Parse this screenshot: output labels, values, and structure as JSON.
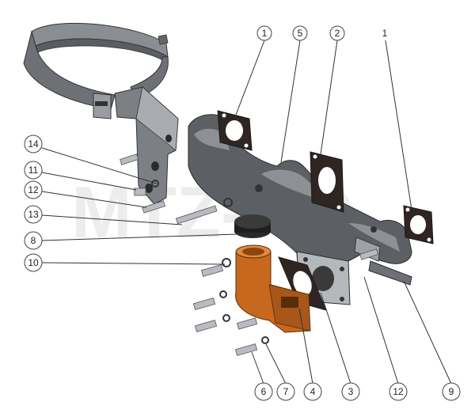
{
  "watermark": "MTZ-RO",
  "colors": {
    "metal_dark": "#55585c",
    "metal_mid": "#7c8085",
    "metal_light": "#a9adb2",
    "gasket": "#2f2523",
    "elbow": "#c8681f",
    "elbow_dark": "#8a4511"
  },
  "callouts": [
    {
      "id": "c1a",
      "label": "1"
    },
    {
      "id": "c5",
      "label": "5"
    },
    {
      "id": "c2",
      "label": "2"
    },
    {
      "id": "c1b",
      "label": "1"
    },
    {
      "id": "c14",
      "label": "14"
    },
    {
      "id": "c11",
      "label": "11"
    },
    {
      "id": "c12a",
      "label": "12"
    },
    {
      "id": "c13",
      "label": "13"
    },
    {
      "id": "c8",
      "label": "8"
    },
    {
      "id": "c10",
      "label": "10"
    },
    {
      "id": "c6",
      "label": "6"
    },
    {
      "id": "c7",
      "label": "7"
    },
    {
      "id": "c4",
      "label": "4"
    },
    {
      "id": "c3",
      "label": "3"
    },
    {
      "id": "c12b",
      "label": "12"
    },
    {
      "id": "c9",
      "label": "9"
    }
  ]
}
